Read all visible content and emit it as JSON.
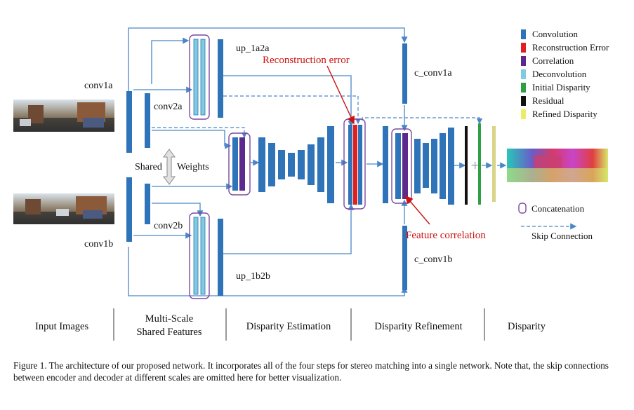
{
  "labels": {
    "conv1a": "conv1a",
    "conv1b": "conv1b",
    "conv2a": "conv2a",
    "conv2b": "conv2b",
    "up_1a2a": "up_1a2a",
    "up_1b2b": "up_1b2b",
    "c_conv1a": "c_conv1a",
    "c_conv1b": "c_conv1b",
    "shared": "Shared",
    "weights": "Weights"
  },
  "annotations": {
    "reconstruction_error": "Reconstruction error",
    "feature_correlation": "Feature correlation"
  },
  "legend": {
    "items": [
      {
        "label": "Convolution",
        "color": "#2f73b8"
      },
      {
        "label": "Reconstruction Error",
        "color": "#e02020"
      },
      {
        "label": "Correlation",
        "color": "#5b2a8c"
      },
      {
        "label": "Deconvolution",
        "color": "#7fcbe0"
      },
      {
        "label": "Initial Disparity",
        "color": "#2ea043"
      },
      {
        "label": "Residual",
        "color": "#111111"
      },
      {
        "label": "Refined Disparity",
        "color": "#ecec66"
      }
    ],
    "concatenation": "Concatenation",
    "skip_connection": "Skip Connection"
  },
  "stages": {
    "input_images": "Input Images",
    "multi_scale_1": "Multi-Scale",
    "multi_scale_2": "Shared Features",
    "disparity_estimation": "Disparity Estimation",
    "disparity_refinement": "Disparity Refinement",
    "disparity": "Disparity"
  },
  "caption": "Figure 1. The architecture of our proposed network. It incorporates all of the four steps for stereo matching into a single network. Note that, the skip connections between encoder and decoder at different scales are omitted here for better visualization.",
  "colors": {
    "conv": "#2f73b8",
    "line": "#4a86c8",
    "concat_border": "#7a4aa0"
  }
}
